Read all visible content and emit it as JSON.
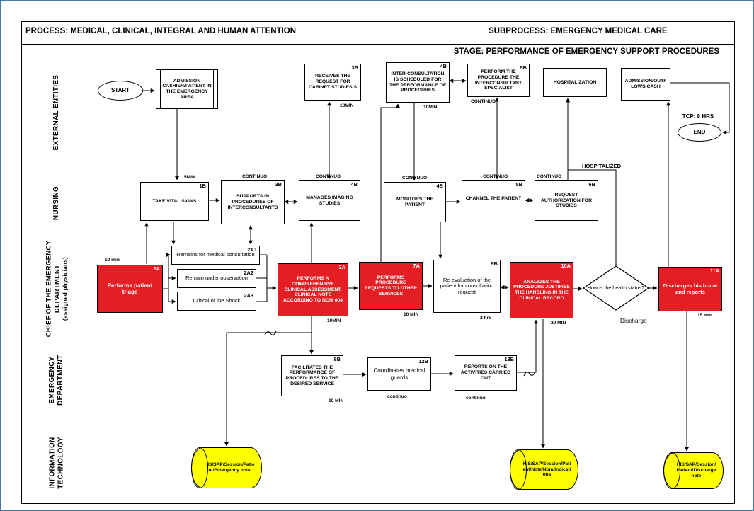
{
  "header": {
    "process": "PROCESS: MEDICAL, CLINICAL, INTEGRAL AND HUMAN ATTENTION",
    "subprocess": "SUBPROCESS: EMERGENCY MEDICAL CARE",
    "stage": "STAGE: PERFORMANCE OF EMERGENCY SUPPORT PROCEDURES"
  },
  "lanes": [
    {
      "label": "EXTERNAL ENTITIES"
    },
    {
      "label": "NURSING"
    },
    {
      "label": "CHIEF OF THE EMERGENCY DEPARTMENT",
      "sublabel": "(assigned physicians)"
    },
    {
      "label": "EMERGENCY DEPARTMENT"
    },
    {
      "label": "INFORMATION TECHNOLOGY"
    }
  ],
  "nodes": {
    "start": {
      "label": "START"
    },
    "admission": {
      "label": "ADMISSION CASHIER/PATIENT IN THE EMERGENCY AREA"
    },
    "receives": {
      "id": "3B",
      "label": "RECEIVES THE REQUEST FOR CABINET STUDIES S",
      "time": "10MIN"
    },
    "interconsult": {
      "id": "4B",
      "label": "INTER-CONSULTATION IS SCHEDULED FOR THE PERFORMANCE OF PROCEDURES",
      "time": "10MIN"
    },
    "perform_specialist": {
      "id": "5B",
      "label": "PERFORM THE PROCEDURE THE INTERCONSULTANT SPECIALIST",
      "time": "CONTINUO"
    },
    "hospitalization": {
      "label": "HOSPITALIZATION"
    },
    "admission_outflows": {
      "label": "ADMISSION/OUTFLOWS CASH"
    },
    "tcp": {
      "label": "TCP: 8 HRS"
    },
    "end": {
      "label": "END"
    },
    "take_vitals": {
      "id": "1B",
      "label": "TAKE VITAL SIGNS",
      "time": "5MIN"
    },
    "supports": {
      "id": "3B",
      "label": "SUPPORTS IN PROCEDURES OF INTERCONSULTANTS",
      "time": "CONTINUO"
    },
    "manages_imaging": {
      "id": "4B",
      "label": "MANAGES IMAGING STUDIES",
      "time": "CONTINUO"
    },
    "monitors": {
      "id": "4B",
      "label": "MONITORS THE PATIENT",
      "time": "CONTINUO"
    },
    "channel": {
      "id": "5B",
      "label": "CHANNEL THE PATIENT",
      "time": "CONTINUO"
    },
    "request_auth": {
      "id": "6B",
      "label": "REQUEST AUTHORIZATION FOR STUDIES",
      "time": "CONTINUO"
    },
    "hospitalized_note": {
      "label": "HOSPITALIZED"
    },
    "triage": {
      "id": "2A",
      "label": "Performs patient triage",
      "time": "10 min"
    },
    "remains_consult": {
      "id": "2A1",
      "label": "Remains for medical consultation"
    },
    "remain_observation": {
      "id": "2A2",
      "label": "Remain under observation"
    },
    "critical_shock": {
      "id": "2A3",
      "label": "Critical of the Shock"
    },
    "assessment": {
      "id": "3A",
      "label": "PERFORMS A COMPREHENSIVE CLINICAL ASSESSMENT, CLINICAL NOTE ACCORDING TO NOM 004",
      "time": "10MIN"
    },
    "proc_requests": {
      "id": "7A",
      "label": "PERFORMS PROCEDURE REQUESTS TO OTHER SERVICES",
      "time": "10 MIN"
    },
    "reevaluation": {
      "id": "9B",
      "label": "Re-evaluation of the patient for consultation request",
      "time": "2 hrs"
    },
    "analyzes": {
      "id": "10A",
      "label": "ANALYZES THE PROCEDURE JUSTIFIES THE HANDLING IN THE CLINICAL RECORD",
      "time": "20 MIN"
    },
    "health_decision": {
      "label": "How is the health status?"
    },
    "discharge_note": {
      "label": "Discharge"
    },
    "discharges_home": {
      "id": "11A",
      "label": "Discharges his home and reports",
      "time": "15 min"
    },
    "facilitates": {
      "id": "8B",
      "label": "FACILITATES THE PERFORMANCE OF PROCEDURES TO THE DESIRED SERVICE",
      "time": "10 MIN"
    },
    "coordinates": {
      "id": "12B",
      "label": "Coordinates medical guards",
      "time": "continuo"
    },
    "reports": {
      "id": "13B",
      "label": "REPORTS ON THE ACTIVITIES CARRIED OUT",
      "time": "continuo"
    },
    "db_emergency": {
      "label": "HIS/SAP/Session/Patient/Emergency note"
    },
    "db_indications": {
      "label": "HIS/SAP/Session/Patient/Note/Nom/Indications"
    },
    "db_discharge": {
      "label": "HIS/SAP/Session/Patient/Discharge note"
    }
  },
  "colors": {
    "task_red": "#e31e24",
    "datastore_yellow": "#ffff00",
    "line_black": "#000000",
    "outer_border_blue": "#4577a8"
  }
}
